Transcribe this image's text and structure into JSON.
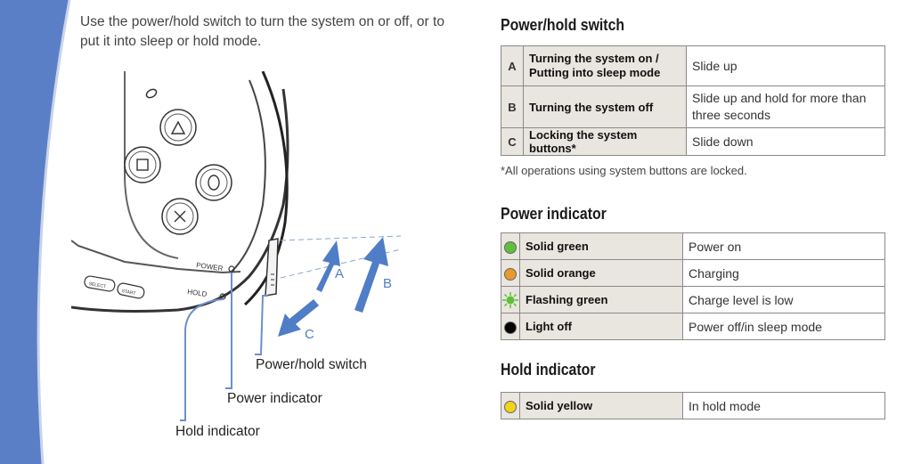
{
  "intro": "Use the power/hold switch to turn the system on or off, or to put it into sleep or hold mode.",
  "illustration": {
    "power_label": "POWER",
    "hold_label": "HOLD",
    "select_label": "SELECT",
    "start_label": "START",
    "arrow_a": "A",
    "arrow_b": "B",
    "arrow_c": "C",
    "callouts": {
      "switch": "Power/hold switch",
      "power": "Power indicator",
      "hold": "Hold indicator"
    }
  },
  "power_hold": {
    "heading": "Power/hold switch",
    "rows": [
      {
        "letter": "A",
        "action": "Turning the system on / Putting into sleep mode",
        "operation": "Slide up"
      },
      {
        "letter": "B",
        "action": "Turning the system off",
        "operation": "Slide up and hold for more than three seconds"
      },
      {
        "letter": "C",
        "action": "Locking the system buttons*",
        "operation": "Slide down"
      }
    ],
    "footnote": "*All operations using system buttons are locked."
  },
  "power_indicator": {
    "heading": "Power indicator",
    "rows": [
      {
        "state": "Solid green",
        "meaning": "Power on",
        "color": "#5fbf3a"
      },
      {
        "state": "Solid orange",
        "meaning": "Charging",
        "color": "#e89a2c"
      },
      {
        "state": "Flashing green",
        "meaning": "Charge level is low",
        "color": "#5fbf3a"
      },
      {
        "state": "Light off",
        "meaning": "Power off/in sleep mode",
        "color": "#000000"
      }
    ]
  },
  "hold_indicator": {
    "heading": "Hold indicator",
    "rows": [
      {
        "state": "Solid yellow",
        "meaning": "In hold mode",
        "color": "#f2d21b"
      }
    ]
  },
  "colors": {
    "band_blue": "#5b7fc7",
    "arrow_blue": "#4f7dc6",
    "table_shade": "#e9e5df"
  }
}
